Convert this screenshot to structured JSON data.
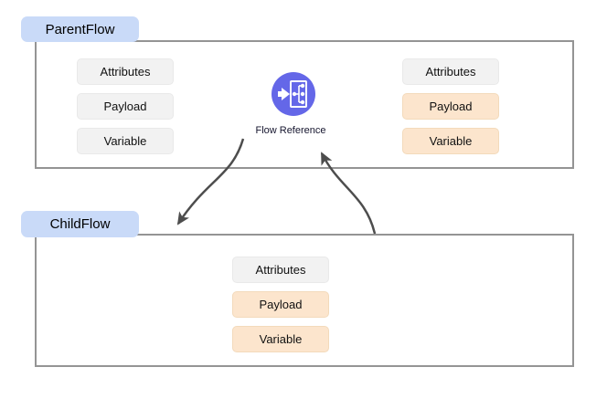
{
  "colors": {
    "label_bg": "#c9daf8",
    "container_border": "#949494",
    "chip_gray_bg": "#f2f2f2",
    "chip_peach_bg": "#fce5cd",
    "icon_circle": "#6467e8",
    "icon_glyph": "#ffffff",
    "arrow": "#4d4d4d"
  },
  "parent_flow": {
    "label": "ParentFlow",
    "left_items": [
      {
        "label": "Attributes",
        "variant": "gray"
      },
      {
        "label": "Payload",
        "variant": "gray"
      },
      {
        "label": "Variable",
        "variant": "gray"
      }
    ],
    "right_items": [
      {
        "label": "Attributes",
        "variant": "gray"
      },
      {
        "label": "Payload",
        "variant": "peach"
      },
      {
        "label": "Variable",
        "variant": "peach"
      }
    ]
  },
  "flow_reference": {
    "label": "Flow Reference"
  },
  "child_flow": {
    "label": "ChildFlow",
    "items": [
      {
        "label": "Attributes",
        "variant": "gray"
      },
      {
        "label": "Payload",
        "variant": "peach"
      },
      {
        "label": "Variable",
        "variant": "peach"
      }
    ]
  }
}
